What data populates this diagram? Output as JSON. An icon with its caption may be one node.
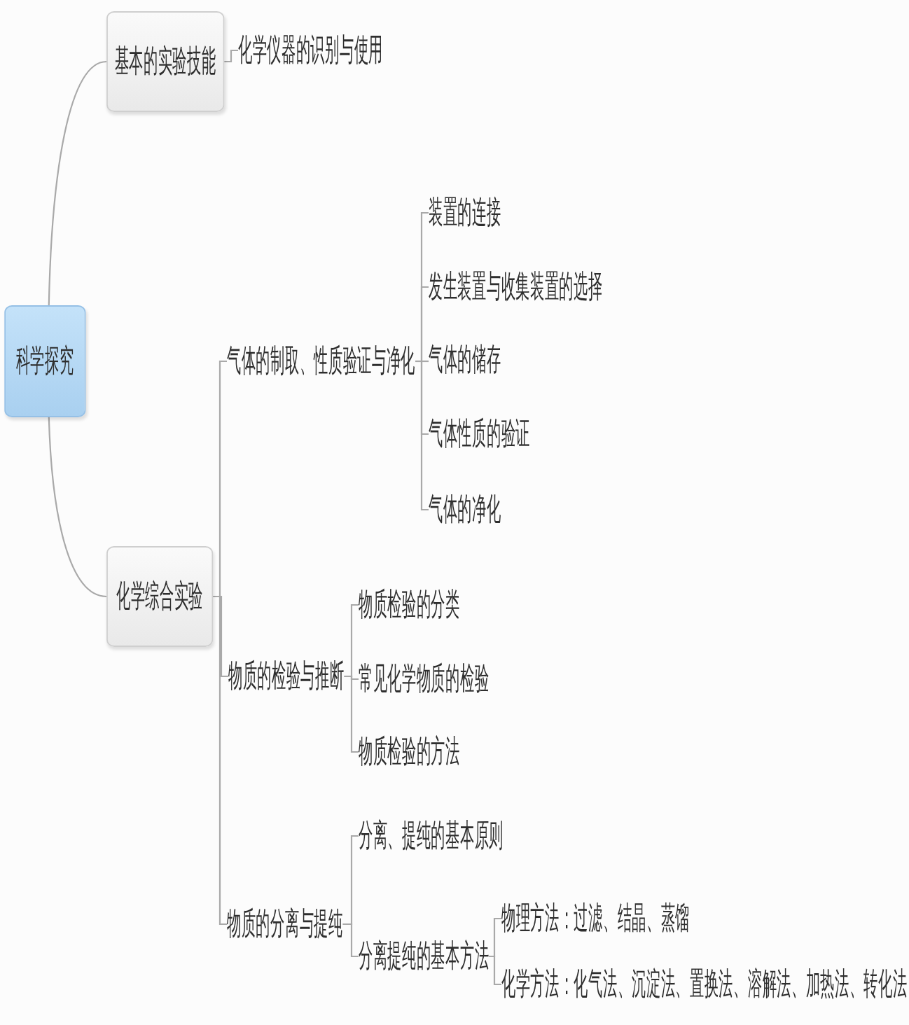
{
  "diagram": {
    "nodes": [
      {
        "text": [
          "科学探究"
        ]
      },
      {
        "text": [
          "基本的实验技能"
        ]
      },
      {
        "text": [
          "化学仪器的识别与使用"
        ]
      },
      {
        "text": [
          "化学综合实验"
        ]
      },
      {
        "text": [
          "气体的制取、性质验证与净化"
        ]
      },
      {
        "text": [
          "装置的连接"
        ]
      },
      {
        "text": [
          "发生装置与收集装置的选择"
        ]
      },
      {
        "text": [
          "气体的储存"
        ]
      },
      {
        "text": [
          "气体性质的验证"
        ]
      },
      {
        "text": [
          "气体的净化"
        ]
      },
      {
        "text": [
          "物质的检验与推断"
        ]
      },
      {
        "text": [
          "物质检验的分类"
        ]
      },
      {
        "text": [
          "常见化学物质的检验"
        ]
      },
      {
        "text": [
          "物质检验的方法"
        ]
      },
      {
        "text": [
          "物质的分离与提纯"
        ]
      },
      {
        "text": [
          "分离、提纯的基本原则"
        ]
      },
      {
        "text": [
          "分离提纯的基本方法"
        ]
      },
      {
        "text": [
          "物理方法：过滤、结晶、蒸馏"
        ]
      },
      {
        "text": [
          "化学方法：化气法、沉淀法、置换法、溶解法、加热法、转化法"
        ]
      }
    ],
    "edges": [
      {
        "from": 0,
        "to": 1,
        "arrow": "none"
      },
      {
        "from": 1,
        "to": 2,
        "arrow": "none"
      },
      {
        "from": 0,
        "to": 3,
        "arrow": "none"
      },
      {
        "from": 3,
        "to": 4,
        "arrow": "none"
      },
      {
        "from": 4,
        "to": 5,
        "arrow": "none"
      },
      {
        "from": 4,
        "to": 6,
        "arrow": "none"
      },
      {
        "from": 4,
        "to": 7,
        "arrow": "none"
      },
      {
        "from": 4,
        "to": 8,
        "arrow": "none"
      },
      {
        "from": 4,
        "to": 9,
        "arrow": "none"
      },
      {
        "from": 3,
        "to": 10,
        "arrow": "none"
      },
      {
        "from": 10,
        "to": 11,
        "arrow": "none"
      },
      {
        "from": 10,
        "to": 12,
        "arrow": "none"
      },
      {
        "from": 10,
        "to": 13,
        "arrow": "none"
      },
      {
        "from": 3,
        "to": 14,
        "arrow": "none"
      },
      {
        "from": 14,
        "to": 15,
        "arrow": "none"
      },
      {
        "from": 14,
        "to": 16,
        "arrow": "none"
      },
      {
        "from": 16,
        "to": 17,
        "arrow": "none"
      },
      {
        "from": 16,
        "to": 18,
        "arrow": "none"
      }
    ]
  }
}
